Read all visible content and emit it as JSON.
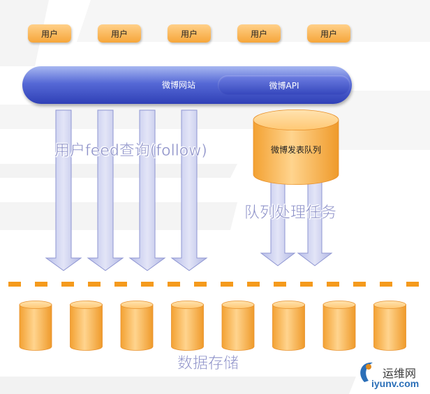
{
  "users": [
    "用户",
    "用户",
    "用户",
    "用户",
    "用户"
  ],
  "site": {
    "label": "微博网站",
    "api_label": "微博API"
  },
  "queries": {
    "label": "用户feed查询(follow)"
  },
  "queue": {
    "label": "微博发表队列",
    "task_label": "队列处理任务"
  },
  "storage": {
    "label": "数据存储",
    "db_count": 8
  },
  "watermark": {
    "name": "运维网",
    "url": "iyunv.com"
  },
  "colors": {
    "orange": "#f6a63a",
    "blue": "#3546bc",
    "arrow": "#c9cdf0",
    "dash": "#f59a1c"
  }
}
